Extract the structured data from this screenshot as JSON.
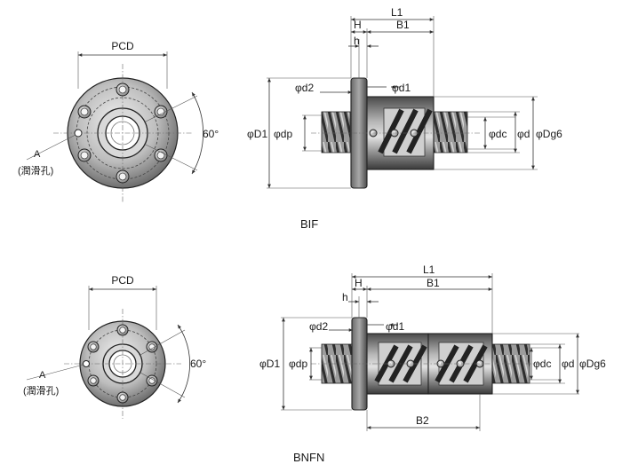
{
  "colors": {
    "body_dark": "#3c3c3c",
    "body_mid": "#7a7a7a",
    "body_light": "#c4c4c4",
    "line": "#222222"
  },
  "bif": {
    "caption": "BIF",
    "end_view": {
      "pcd": "PCD",
      "hole_label": "A",
      "hole_note": "(潤滑孔)",
      "angle": "60°"
    },
    "side_view": {
      "L1": "L1",
      "B1": "B1",
      "H": "H",
      "h": "h",
      "d2": "φd2",
      "d1": "φd1",
      "D1": "φD1",
      "dp": "φdp",
      "dc": "φdc",
      "d": "φd",
      "Dg6": "φDg6"
    }
  },
  "bnfn": {
    "caption": "BNFN",
    "end_view": {
      "pcd": "PCD",
      "hole_label": "A",
      "hole_note": "(潤滑孔)",
      "angle": "60°"
    },
    "side_view": {
      "L1": "L1",
      "B1": "B1",
      "B2": "B2",
      "H": "H",
      "h": "h",
      "d2": "φd2",
      "d1": "φd1",
      "D1": "φD1",
      "dp": "φdp",
      "dc": "φdc",
      "d": "φd",
      "Dg6": "φDg6"
    }
  }
}
